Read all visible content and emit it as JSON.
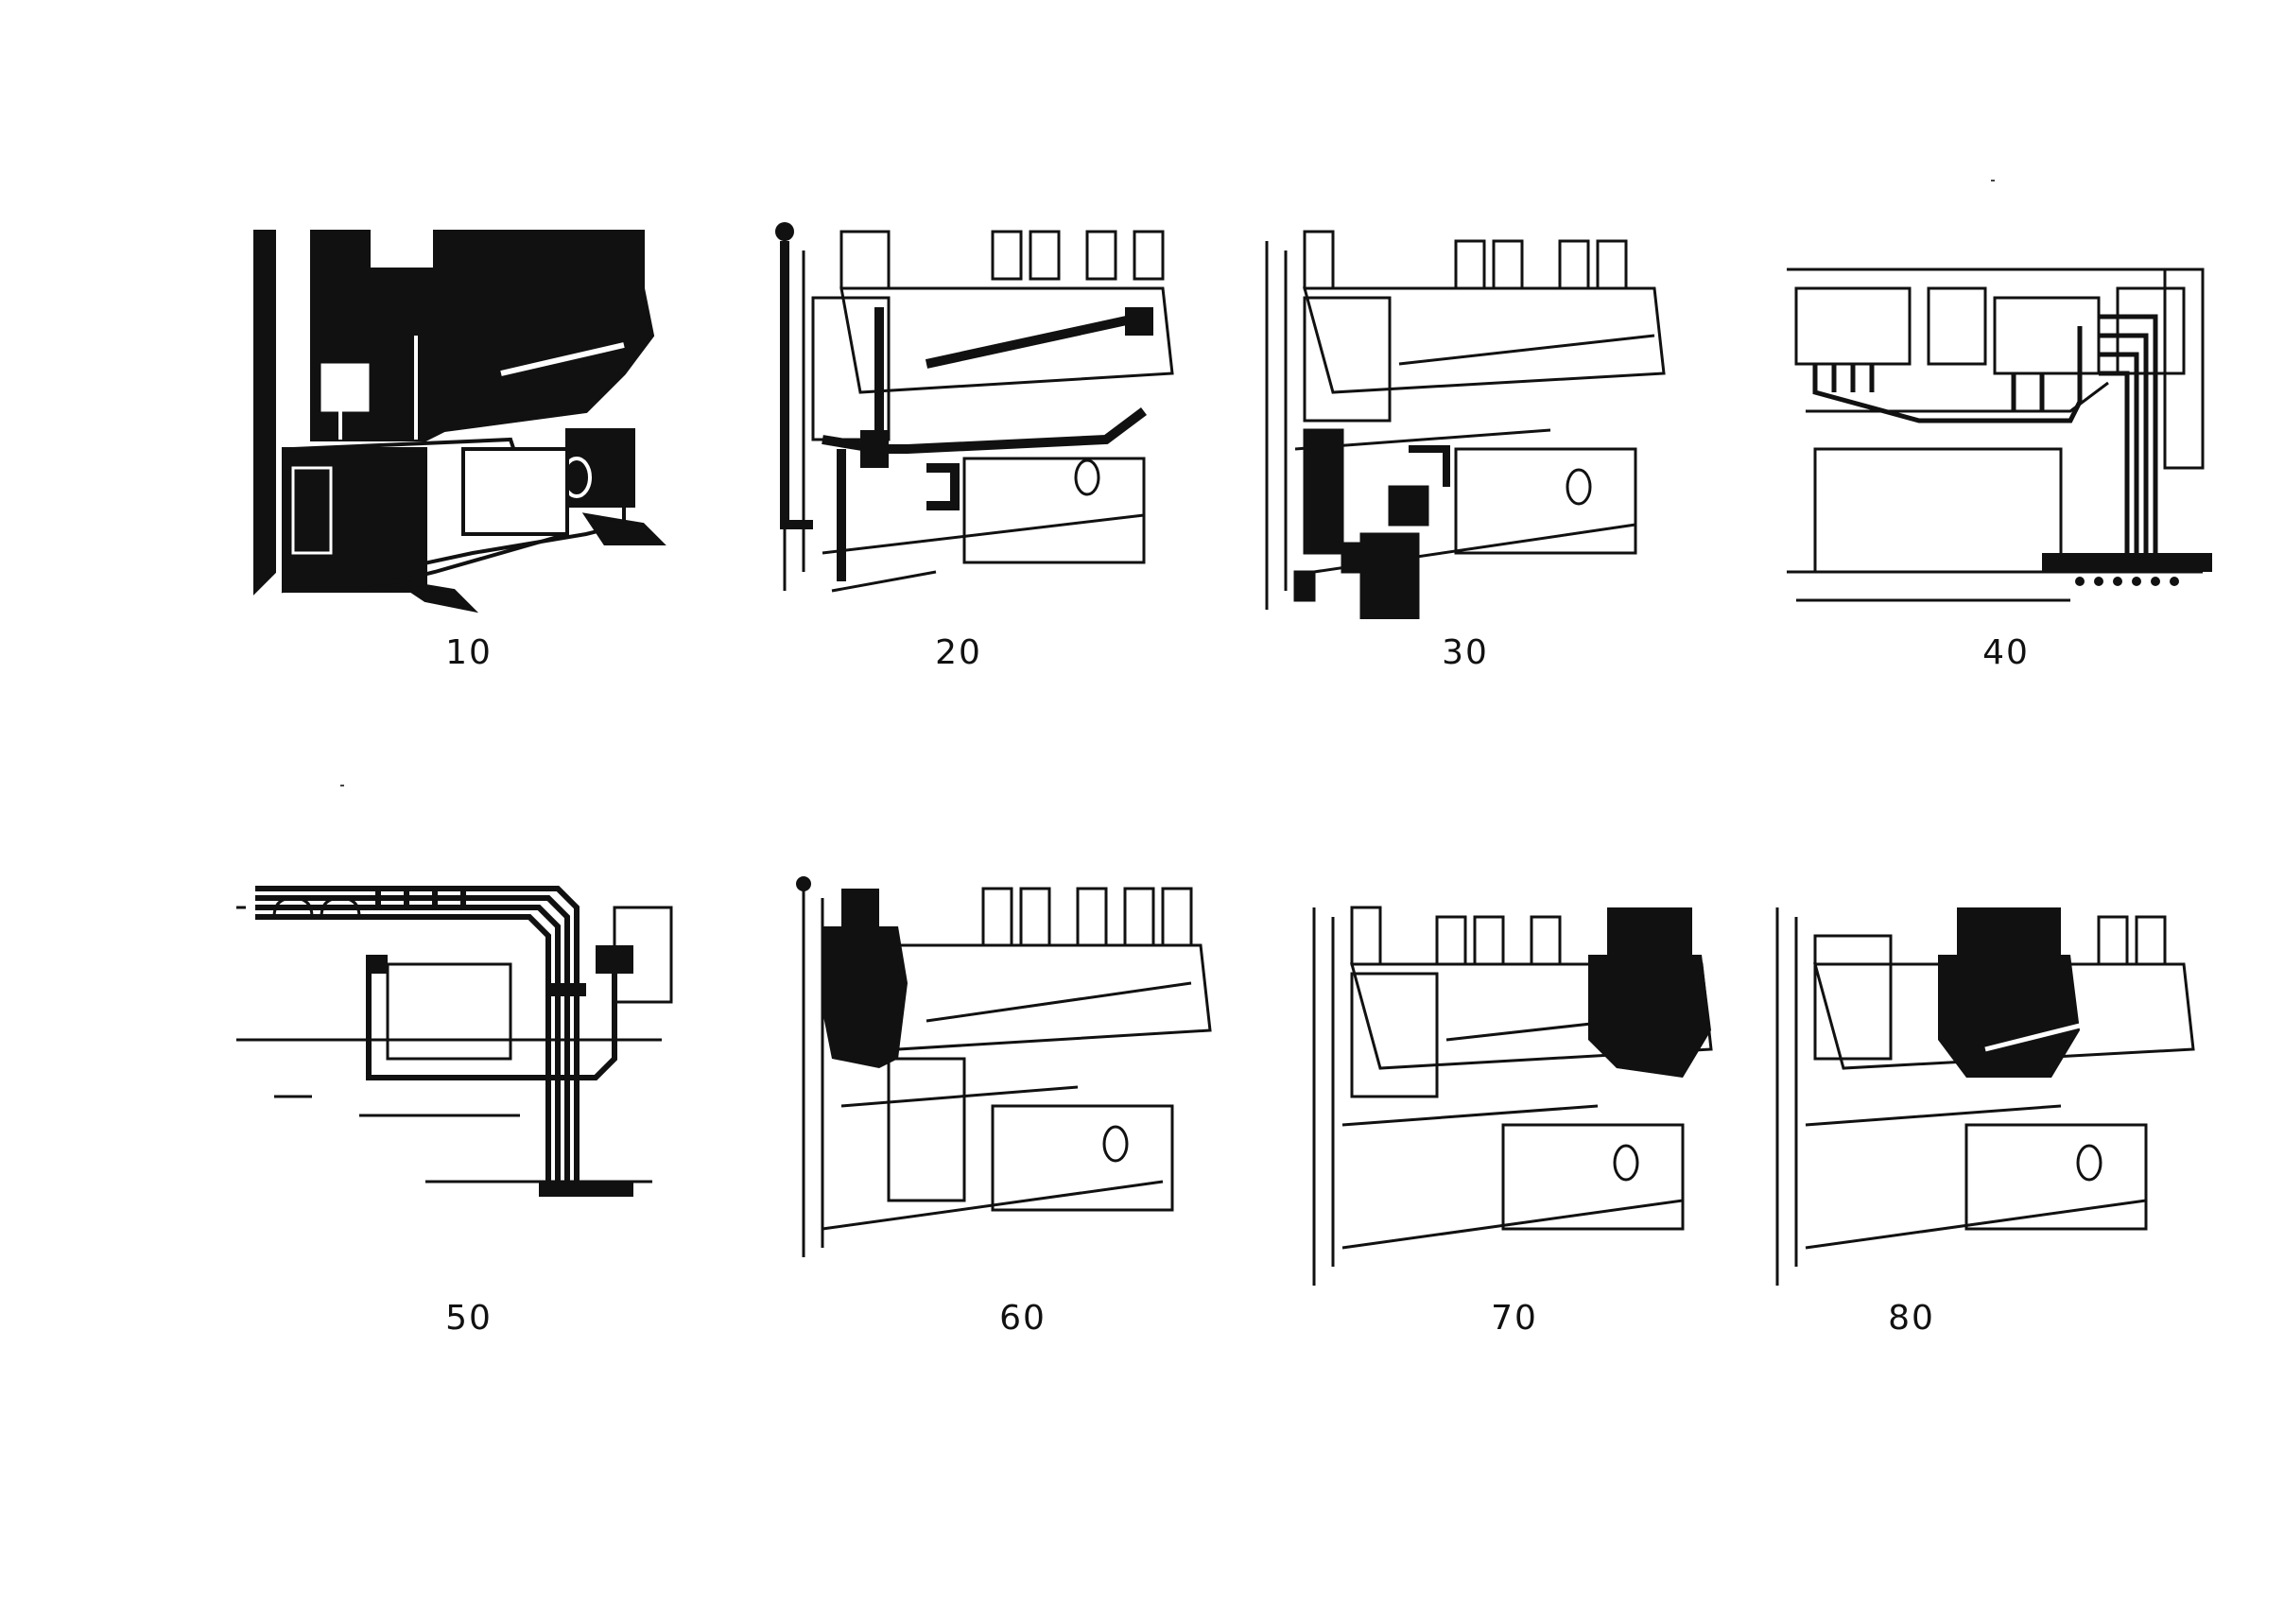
{
  "figures": [
    {
      "id": "fig-10",
      "label": "10",
      "highlight": "upper-block"
    },
    {
      "id": "fig-20",
      "label": "20",
      "highlight": "fuel-rail-and-feed-pipes"
    },
    {
      "id": "fig-30",
      "label": "30",
      "highlight": "filter-assembly"
    },
    {
      "id": "fig-40",
      "label": "40",
      "highlight": "injection-lines"
    },
    {
      "id": "fig-50",
      "label": "50",
      "highlight": "injection-lines"
    },
    {
      "id": "fig-60",
      "label": "60",
      "highlight": "left-housing"
    },
    {
      "id": "fig-70",
      "label": "70",
      "highlight": "right-cylinder-head"
    },
    {
      "id": "fig-80",
      "label": "80",
      "highlight": "right-cylinder-block"
    }
  ],
  "colors": {
    "ink": "#111111",
    "paper": "#ffffff"
  }
}
